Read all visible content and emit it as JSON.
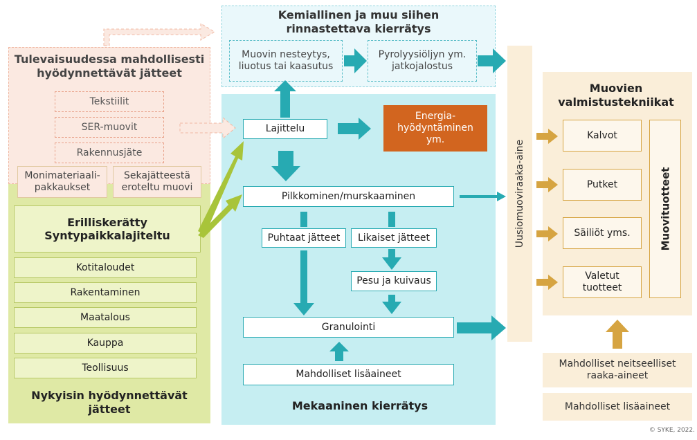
{
  "colors": {
    "future_bg": "#fbe9e1",
    "future_border": "#f0b8a3",
    "current_bg": "#dfe9a5",
    "current_box": "#eef4c9",
    "current_border": "#b7c865",
    "chemical_bg": "#eaf8fb",
    "chemical_border": "#8fd5de",
    "mechanical_bg": "#c6eef2",
    "teal": "#27aab2",
    "energy": "#d2651f",
    "raw_bg": "#faeed9",
    "raw_arrow": "#d6a441",
    "green_arrow": "#a8c43a"
  },
  "future_waste": {
    "title": "Tulevaisuudessa mahdollisesti hyödynnettävät jätteet",
    "items": [
      "Tekstiilit",
      "SER-muovit",
      "Rakennusjäte"
    ],
    "bottom_items": [
      "Monimateriaali-pakkaukset",
      "Sekajätteestä eroteltu muovi"
    ]
  },
  "current_waste": {
    "header": "Erilliskerätty Syntypaikkalajiteltu",
    "sources": [
      "Kotitaloudet",
      "Rakentaminen",
      "Maatalous",
      "Kauppa",
      "Teollisuus"
    ],
    "title": "Nykyisin hyödynnettävät jätteet"
  },
  "chemical": {
    "title": "Kemiallinen ja muu siihen rinnastettava kierrätys",
    "step1": "Muovin nesteytys, liuotus tai kaasutus",
    "step2": "Pyrolyysiöljyn ym. jatkojalostus"
  },
  "mechanical": {
    "title": "Mekaaninen kierrätys",
    "sorting": "Lajittelu",
    "energy": "Energia-hyödyntäminen ym.",
    "shredding": "Pilkkominen/murskaaminen",
    "clean": "Puhtaat jätteet",
    "dirty": "Likaiset jätteet",
    "washing": "Pesu ja kuivaus",
    "granulation": "Granulointi",
    "additives": "Mahdolliset lisäaineet"
  },
  "recycled_raw": "Uusiomuoviraaka-aine",
  "manufacturing": {
    "title": "Muovien valmistustekniikat",
    "products": [
      "Kalvot",
      "Putket",
      "Säiliöt yms.",
      "Valetut tuotteet"
    ],
    "product_label": "Muovituotteet",
    "virgin": "Mahdolliset neitseelliset raaka-aineet",
    "additives": "Mahdolliset lisäaineet"
  },
  "copyright": "© SYKE, 2022."
}
